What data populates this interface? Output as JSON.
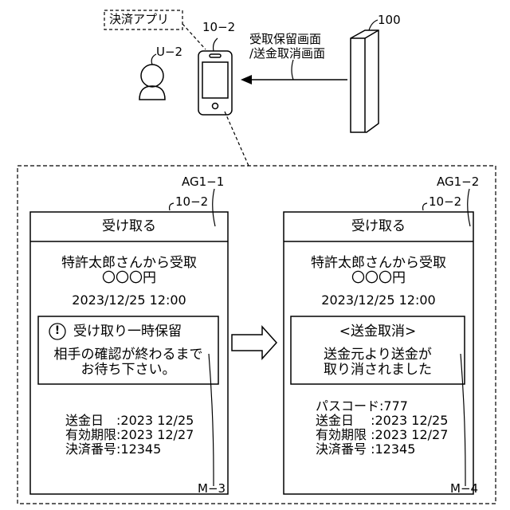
{
  "top": {
    "app_label": "決済アプリ",
    "device_label": "10−2",
    "user_label": "U−2",
    "server_label": "100",
    "arrow_text_line1": "受取保留画面",
    "arrow_text_line2": "/送金取消画面"
  },
  "left_screen": {
    "group_label": "AG1−1",
    "device_label": "10−2",
    "title": "受け取る",
    "from_line": "特許太郎さんから受取",
    "amount": "〇〇〇円",
    "datetime": "2023/12/25 12:00",
    "notice_icon": "!",
    "notice_title": "受け取り一時保留",
    "notice_line1": "相手の確認が終わるまで",
    "notice_line2": "お待ち下さい。",
    "detail1": "送金日　:2023 12/25",
    "detail2": "有効期限:2023 12/27",
    "detail3": "決済番号:12345",
    "ref_label": "M−3"
  },
  "right_screen": {
    "group_label": "AG1−2",
    "device_label": "10−2",
    "title": "受け取る",
    "from_line": "特許太郎さんから受取",
    "amount": "〇〇〇円",
    "datetime": "2023/12/25 12:00",
    "notice_title": "<送金取消>",
    "notice_line1": "送金元より送金が",
    "notice_line2": "取り消されました",
    "detail0": "パスコード:777",
    "detail1": "送金日　 :2023 12/25",
    "detail2": "有効期限 :2023 12/27",
    "detail3": "決済番号 :12345",
    "ref_label": "M−4"
  }
}
